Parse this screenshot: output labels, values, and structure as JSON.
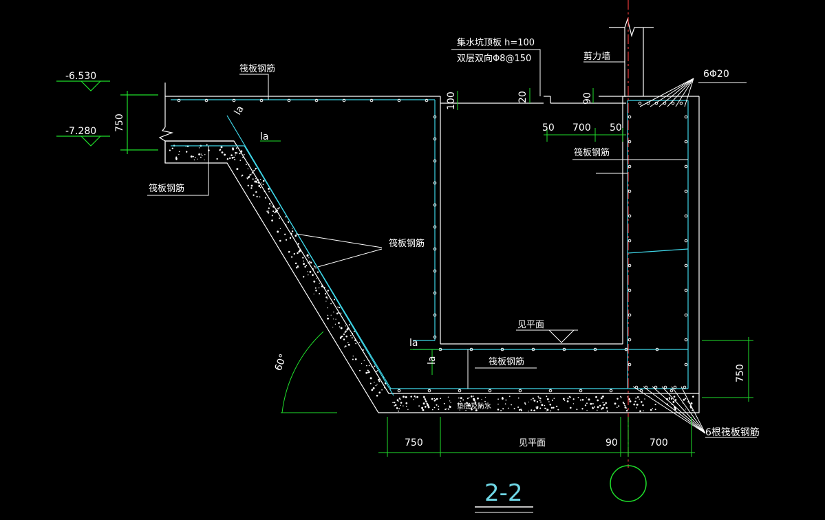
{
  "drawing": {
    "section_label": "2-2",
    "elevations": {
      "top": "-6.530",
      "bottom": "-7.280",
      "dim_between": "750"
    },
    "labels": {
      "raft_rebar": "筏板钢筋",
      "pit_top_slab_line1": "集水坑顶板 h=100",
      "pit_top_slab_line2": "双层双向Φ8@150",
      "shear_wall": "剪力墙",
      "top_bars": "6Φ20",
      "see_plan": "见平面",
      "la": "la",
      "angle": "60°",
      "bottom_bars": "6根筏板钢筋",
      "waterproof": "垫层及防水"
    },
    "dimensions": {
      "d100": "100",
      "d20": "20",
      "d90_top": "90",
      "d50_left": "50",
      "d700_top": "700",
      "d50_right": "50",
      "d750_right": "750",
      "d750_bottom": "750",
      "see_plan_bottom": "见平面",
      "d90_bottom": "90",
      "d700_bottom": "700"
    }
  }
}
